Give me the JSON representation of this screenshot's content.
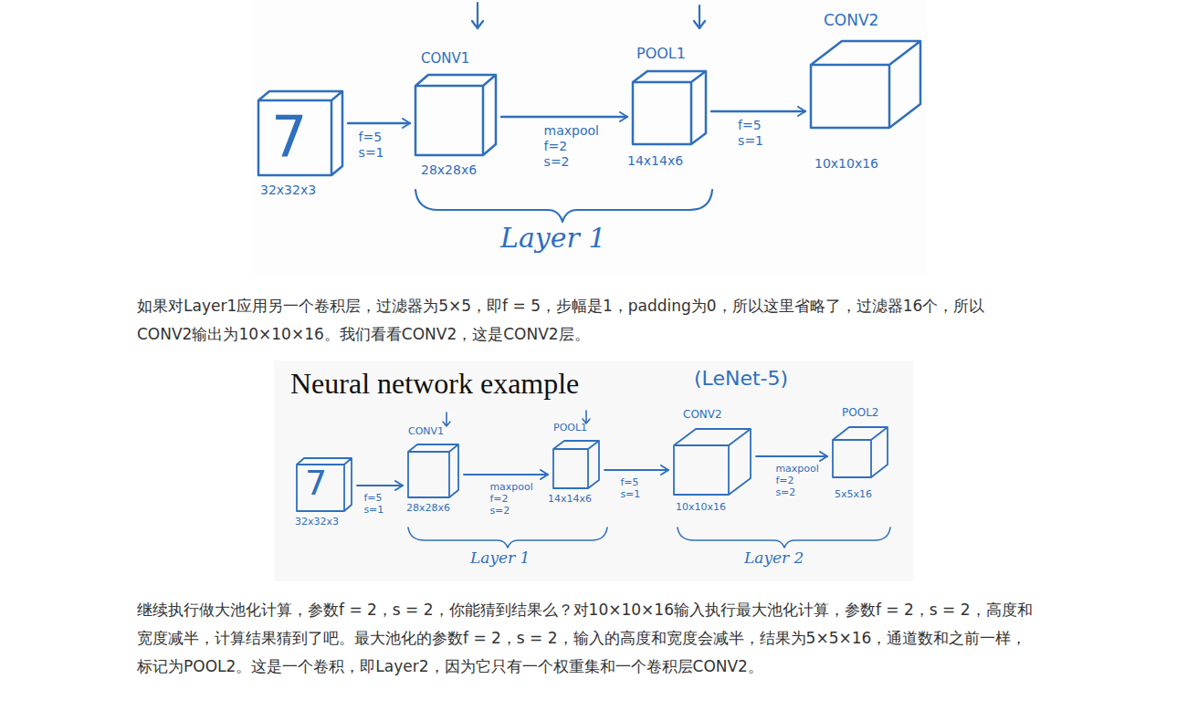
{
  "diagram": {
    "nodes": [
      {
        "text": [
          "7",
          "32x32x3"
        ]
      },
      {
        "text": [
          "CONV1",
          "28x28x6"
        ]
      },
      {
        "text": [
          "POOL1",
          "14x14x6"
        ]
      },
      {
        "text": [
          "CONV2",
          "10x10x16"
        ]
      },
      {
        "text": [
          "7",
          "32x32x3"
        ]
      },
      {
        "text": [
          "CONV1",
          "28x28x6"
        ]
      },
      {
        "text": [
          "POOL1",
          "14x14x6"
        ]
      },
      {
        "text": [
          "CONV2",
          "10x10x16"
        ]
      },
      {
        "text": [
          "POOL2",
          "5x5x16"
        ]
      }
    ],
    "edges": [
      {
        "from": 0,
        "to": 1,
        "arrow": "to",
        "label": "f=5 s=1"
      },
      {
        "from": 1,
        "to": 2,
        "arrow": "to",
        "label": "maxpool f=2 s=2"
      },
      {
        "from": 2,
        "to": 3,
        "arrow": "to",
        "label": "f=5 s=1"
      },
      {
        "from": 4,
        "to": 5,
        "arrow": "to",
        "label": "f=5 s=1"
      },
      {
        "from": 5,
        "to": 6,
        "arrow": "to",
        "label": "maxpool f=2 s=2"
      },
      {
        "from": 6,
        "to": 7,
        "arrow": "to",
        "label": "f=5 s=1"
      },
      {
        "from": 7,
        "to": 8,
        "arrow": "to",
        "label": "maxpool f=2 s=2"
      }
    ],
    "labels": [
      "Layer 1",
      "如果对Layer1应用另一个卷积层，过滤器为5×5，即f = 5，步幅是1，padding为0，所以这里省略了，过滤器16个，所以CONV2输出为10×10×16。我们看看CONV2，这是CONV2层。",
      "Neural network example",
      "(LeNet-5)",
      "Layer 1",
      "Layer 2",
      "继续执行做大池化计算，参数f = 2，s = 2，你能猜到结果么？对10×10×16输入执行最大池化计算，参数f = 2，s = 2，高度和宽度减半，计算结果猜到了吧。最大池化的参数f = 2，s = 2，输入的高度和宽度会减半，结果为5×5×16，通道数和之前一样，标记为POOL2。这是一个卷积，即Layer2，因为它只有一个权重集和一个卷积层CONV2。"
    ]
  }
}
